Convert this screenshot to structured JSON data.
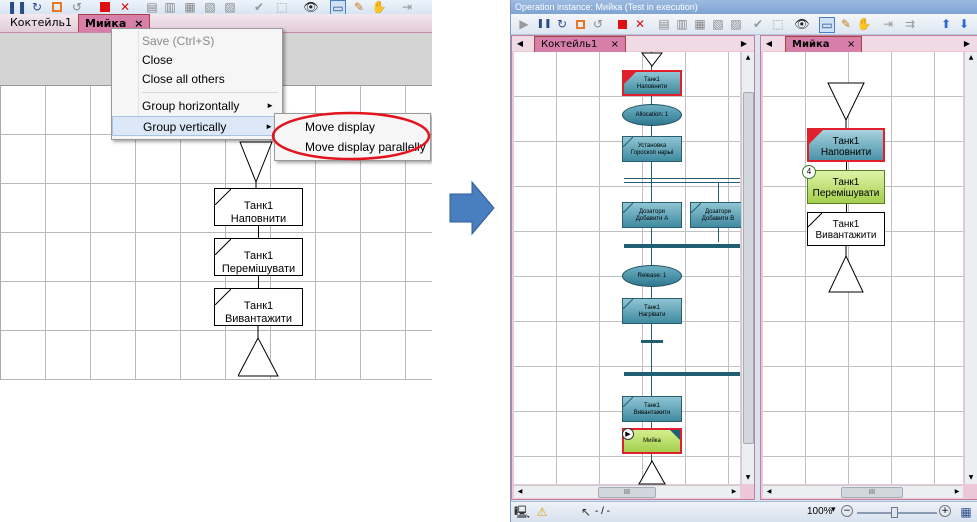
{
  "left": {
    "tabs": [
      {
        "label": "Коктейль1"
      },
      {
        "label": "Мийка"
      }
    ],
    "tab_close": "×",
    "context_menu": {
      "items": [
        {
          "label": "Save (Ctrl+S)",
          "disabled": true
        },
        {
          "label": "Close"
        },
        {
          "label": "Close all others"
        },
        {
          "label": "Group horizontally",
          "submenu": true
        },
        {
          "label": "Group vertically",
          "submenu": true,
          "highlighted": true
        }
      ],
      "submenu_arrow": "►"
    },
    "submenu": {
      "items": [
        {
          "label": "Move display"
        },
        {
          "label": "Move display parallelly"
        }
      ]
    },
    "flow": {
      "steps": [
        {
          "unit": "Танк1",
          "name": "Наповнити"
        },
        {
          "unit": "Танк1",
          "name": "Перемішувати"
        },
        {
          "unit": "Танк1",
          "name": "Вивантажити"
        }
      ]
    }
  },
  "arrow": {
    "color": "#4a7fbf"
  },
  "right": {
    "window_title": "Operation instance: Мийка (Test in execution)",
    "left_pane": {
      "tab": "Коктейль1",
      "tab_close": "×",
      "steps": [
        {
          "line1": "Танк1",
          "line2": "Наповнити"
        },
        {
          "line1": "Allocation: 1",
          "line2": ""
        },
        {
          "line1": "Установка",
          "line2": "Гороскоп нарыі"
        },
        {
          "line1": "Дозатори",
          "line2": "Добавити А"
        },
        {
          "line1": "Дозатори",
          "line2": "Добавити В"
        },
        {
          "line1": "Release: 1",
          "line2": ""
        },
        {
          "line1": "Танк1",
          "line2": "Нагрівати"
        },
        {
          "line1": "Танк1",
          "line2": "Вивантажити"
        },
        {
          "line1": "Мийка",
          "line2": ""
        }
      ],
      "scrollbar_grip": "III"
    },
    "right_pane": {
      "tab": "Мийка",
      "tab_close": "×",
      "steps": [
        {
          "unit": "Танк1",
          "name": "Наповнити"
        },
        {
          "unit": "Танк1",
          "name": "Перемішувати"
        },
        {
          "unit": "Танк1",
          "name": "Вивантажити"
        }
      ],
      "badge": "4",
      "scrollbar_grip": "III"
    },
    "status_bar": {
      "position": "- / -",
      "zoom": "100%",
      "zoom_menu": "▾"
    },
    "colors": {
      "title_bar": "#c5d9f1",
      "active_step_border": "#e0202c",
      "running_step_fill": "#b6dd6a",
      "step_fill": "#4a93a8"
    }
  }
}
